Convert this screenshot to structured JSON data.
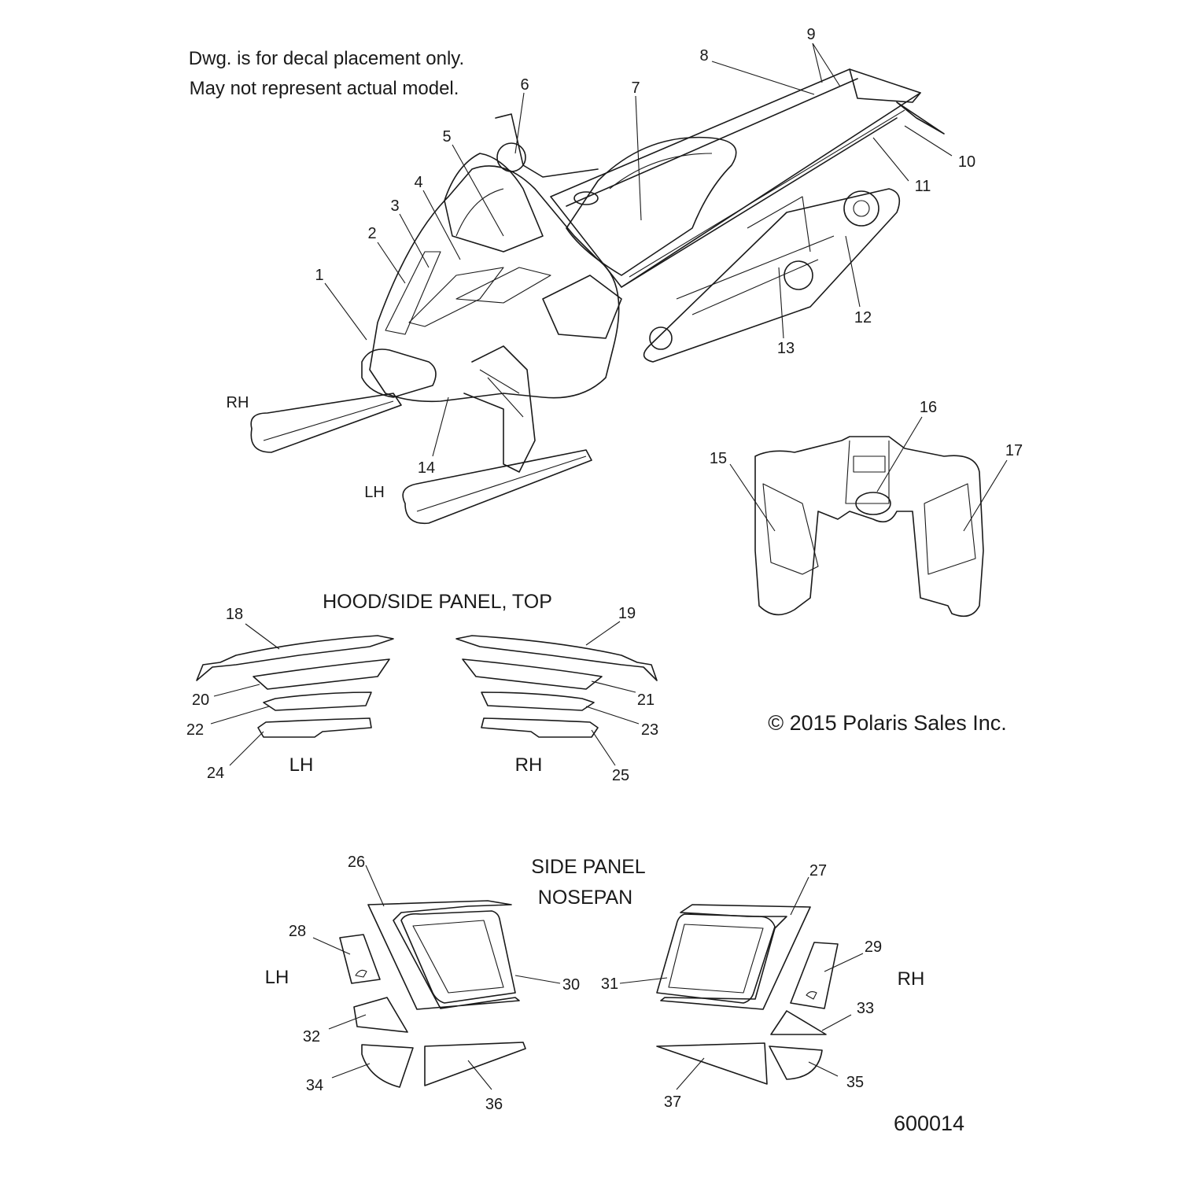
{
  "notes": {
    "line1": "Dwg. is for decal placement only.",
    "line2": "May not represent actual model."
  },
  "sections": {
    "hood_side_panel_top": "HOOD/SIDE PANEL, TOP",
    "side_panel_line1": "SIDE PANEL",
    "side_panel_line2": "NOSEPAN"
  },
  "side_labels": {
    "rh_top": "RH",
    "lh_top": "LH",
    "lh_mid": "LH",
    "rh_mid": "RH",
    "lh_bottom": "LH",
    "rh_bottom": "RH"
  },
  "copyright": "© 2015 Polaris Sales Inc.",
  "drawing_number": "600014",
  "callouts": [
    "1",
    "2",
    "3",
    "4",
    "5",
    "6",
    "7",
    "8",
    "9",
    "10",
    "11",
    "12",
    "13",
    "14",
    "15",
    "16",
    "17",
    "18",
    "19",
    "20",
    "21",
    "22",
    "23",
    "24",
    "25",
    "26",
    "27",
    "28",
    "29",
    "30",
    "31",
    "32",
    "33",
    "34",
    "35",
    "36",
    "37"
  ]
}
